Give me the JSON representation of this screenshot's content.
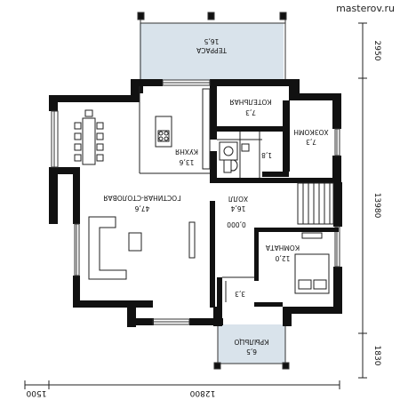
{
  "watermark": "masterov.ru",
  "rooms": {
    "terrace": {
      "name": "ТЕРРАСА",
      "area": "16,5"
    },
    "boiler": {
      "name": "КОТЕЛЬНАЯ",
      "area": "7,3"
    },
    "utility": {
      "name": "ХОЗКОМН",
      "area": "7,3"
    },
    "kitchen": {
      "name": "КУХНЯ",
      "area": "13,6"
    },
    "wc": {
      "area": "1,8"
    },
    "living": {
      "name": "ГОСТИНАЯ-СТОЛОВАЯ",
      "area": "47,6"
    },
    "hall": {
      "name": "ХОЛЛ",
      "area": "16,4"
    },
    "room": {
      "name": "КОМНАТА",
      "area": "12,0"
    },
    "closet": {
      "area": "3,3"
    },
    "porch": {
      "name": "КРЫЛЬЦО",
      "area": "6,5"
    }
  },
  "level_mark": "0,000",
  "dimensions": {
    "right_top": "2950",
    "right_mid": "13980",
    "right_bottom": "1830",
    "bottom_left": "1500",
    "bottom_main": "12800"
  }
}
